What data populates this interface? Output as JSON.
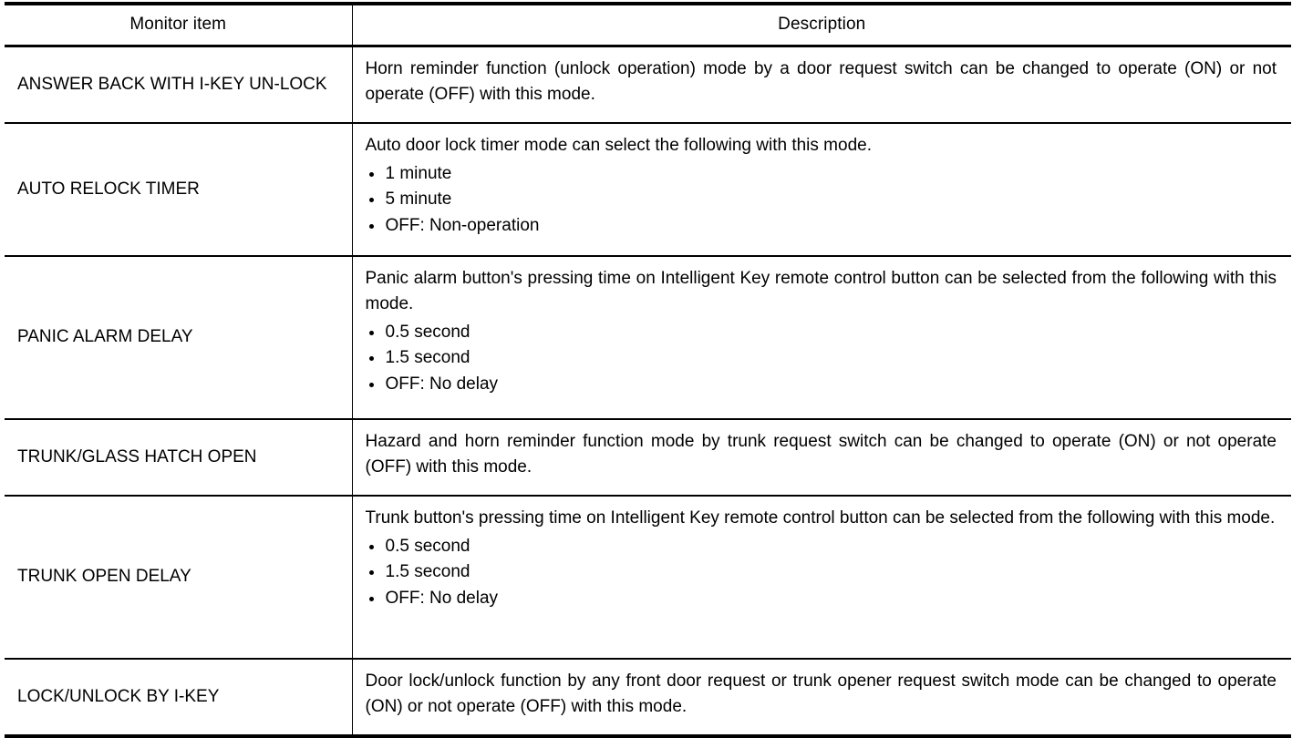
{
  "table": {
    "headers": {
      "item": "Monitor item",
      "description": "Description"
    },
    "rows": [
      {
        "item": "ANSWER BACK WITH I-KEY UN-LOCK",
        "paragraph": "Horn reminder function (unlock operation) mode by a door request switch can be changed to operate (ON) or not operate (OFF) with this mode.",
        "bullets": []
      },
      {
        "item": "AUTO RELOCK TIMER",
        "paragraph": "Auto door lock timer mode can select the following with this mode.",
        "bullets": [
          "1 minute",
          "5 minute",
          "OFF: Non-operation"
        ]
      },
      {
        "item": "PANIC ALARM DELAY",
        "paragraph": "Panic alarm button's pressing time on Intelligent Key remote control button can be selected from the following with this mode.",
        "bullets": [
          "0.5 second",
          "1.5 second",
          "OFF: No delay"
        ]
      },
      {
        "item": "TRUNK/GLASS HATCH OPEN",
        "paragraph": "Hazard and horn reminder function mode by trunk request switch can be changed to operate (ON) or not operate (OFF) with this mode.",
        "bullets": []
      },
      {
        "item": "TRUNK OPEN DELAY",
        "paragraph": "Trunk button's pressing time on Intelligent Key remote control button can be selected from the following with this mode.",
        "bullets": [
          "0.5 second",
          "1.5 second",
          "OFF: No delay"
        ]
      },
      {
        "item": "LOCK/UNLOCK BY I-KEY",
        "paragraph": "Door lock/unlock function by any front door request or trunk opener request switch mode can be changed to operate (ON) or not operate (OFF) with this mode.",
        "bullets": []
      }
    ]
  },
  "colors": {
    "rule": "#000000",
    "text": "#000000",
    "background": "#ffffff"
  }
}
